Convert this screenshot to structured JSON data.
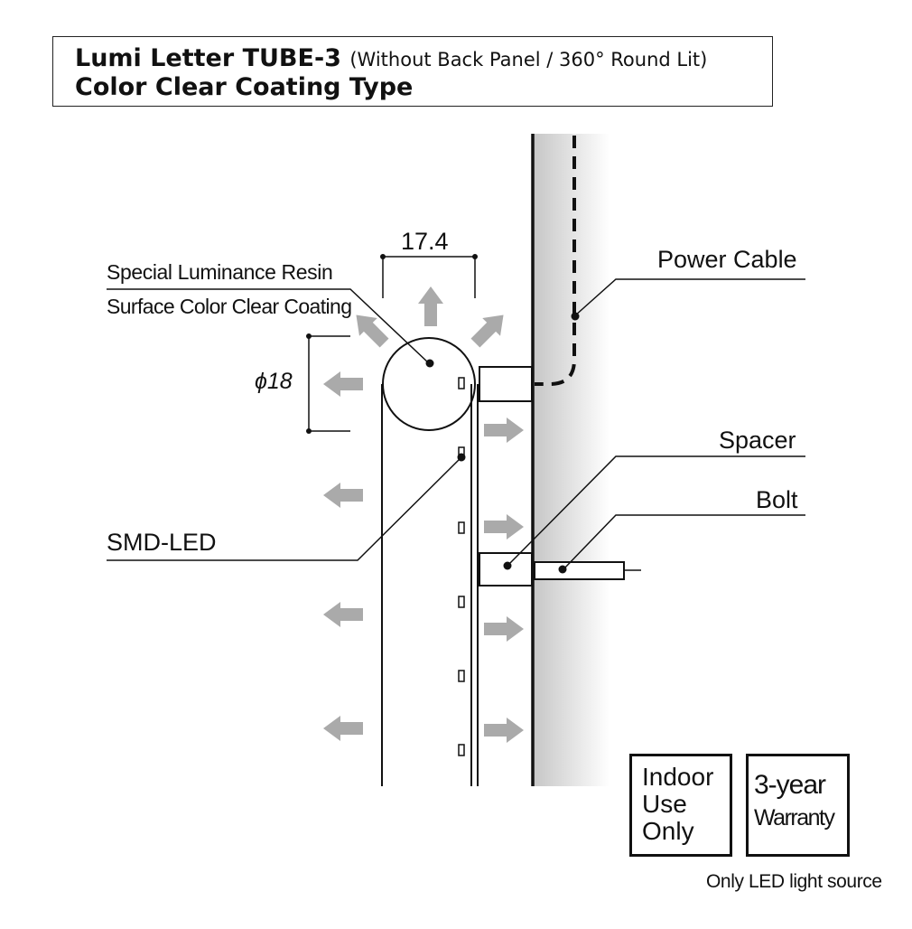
{
  "title": {
    "main": "Lumi Letter TUBE-3",
    "sub": "(Without Back Panel / 360° Round Lit)",
    "line2": "Color Clear Coating Type"
  },
  "labels": {
    "dimension_width": "17.4",
    "dimension_diameter": "ϕ18",
    "resin_line1": "Special Luminance Resin",
    "resin_line2": "Surface Color Clear Coating",
    "power_cable": "Power Cable",
    "spacer": "Spacer",
    "bolt": "Bolt",
    "smd_led": "SMD-LED"
  },
  "badges": {
    "indoor": [
      "Indoor",
      "Use",
      "Only"
    ],
    "warranty": [
      "3-year",
      "Warranty"
    ]
  },
  "footnote": "Only LED light source",
  "colors": {
    "line": "#111111",
    "arrow": "#aaaaaa",
    "wall_light": "#ffffff",
    "wall_dark": "#c8c8c8"
  }
}
